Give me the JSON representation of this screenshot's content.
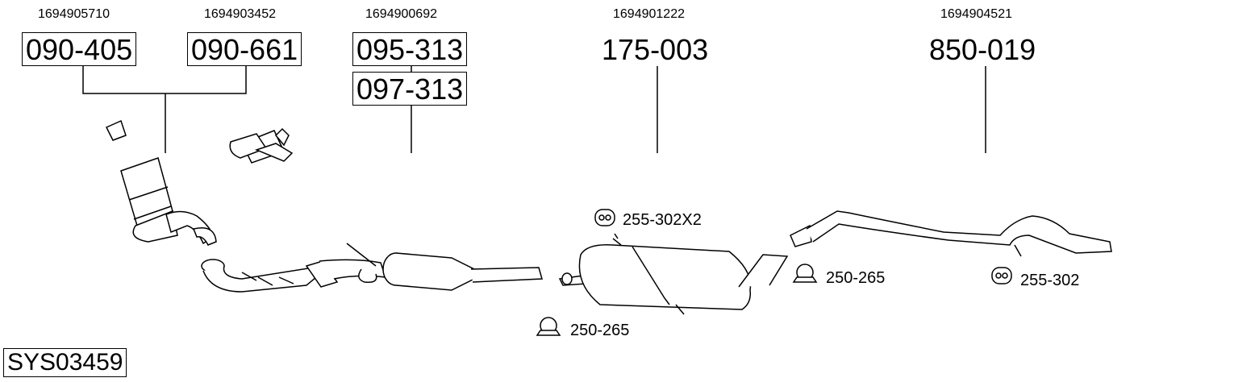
{
  "oem_numbers": [
    "1694905710",
    "1694903452",
    "1694900692",
    "1694901222",
    "1694904521"
  ],
  "part_numbers": [
    "090-405",
    "090-661",
    "095-313",
    "097-313",
    "175-003",
    "850-019"
  ],
  "accessories": {
    "hanger_front": "255-302X2",
    "clamp_front": "250-265",
    "clamp_rear": "250-265",
    "hanger_rear": "255-302"
  },
  "system_code": "SYS03459"
}
